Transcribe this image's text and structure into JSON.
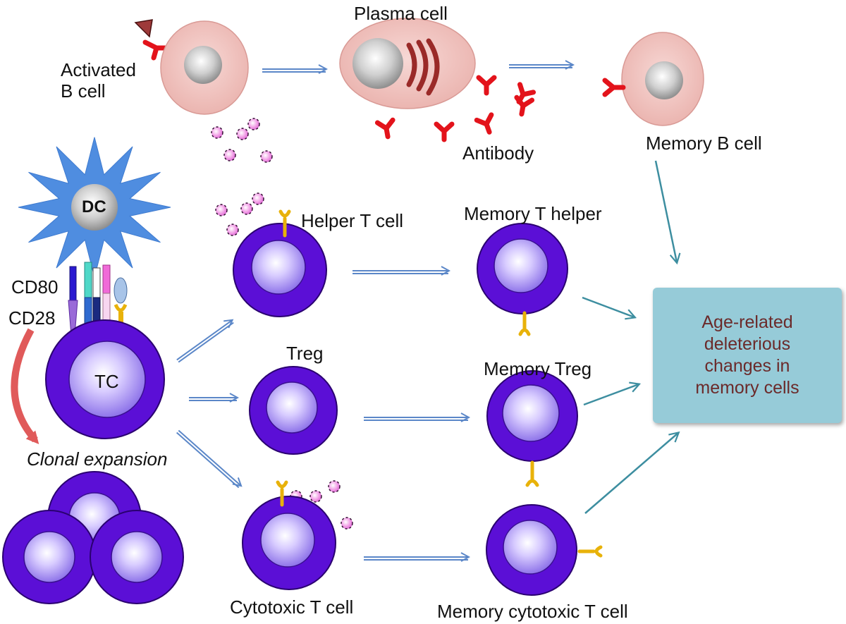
{
  "labels": {
    "activated_b_cell": "Activated\nB cell",
    "plasma_cell": "Plasma cell",
    "antibody": "Antibody",
    "memory_b_cell": "Memory B cell",
    "dc": "DC",
    "helper_t_cell": "Helper T cell",
    "memory_t_helper": "Memory T helper",
    "cd80": "CD80",
    "cd28": "CD28",
    "tc": "TC",
    "treg": "Treg",
    "memory_treg": "Memory Treg",
    "clonal_expansion": "Clonal expansion",
    "cytotoxic_t_cell": "Cytotoxic T cell",
    "memory_cytotoxic_t_cell": "Memory cytotoxic T cell"
  },
  "outcome_box": {
    "text": "Age-related\ndeleterious\nchanges in\nmemory  cells"
  },
  "colors": {
    "b_cell_fill": "#f2c6c2",
    "t_cell_outer": "#5b0fd6",
    "t_cell_inner": "#a58cf2",
    "dendritic_cell": "#4f8de0",
    "antibody": "#e3131b",
    "arrow": "#5b87c8",
    "arrow_teal": "#3d8ea0",
    "outcome_box": "#96cbd8",
    "outcome_text": "#6b2a2a"
  }
}
